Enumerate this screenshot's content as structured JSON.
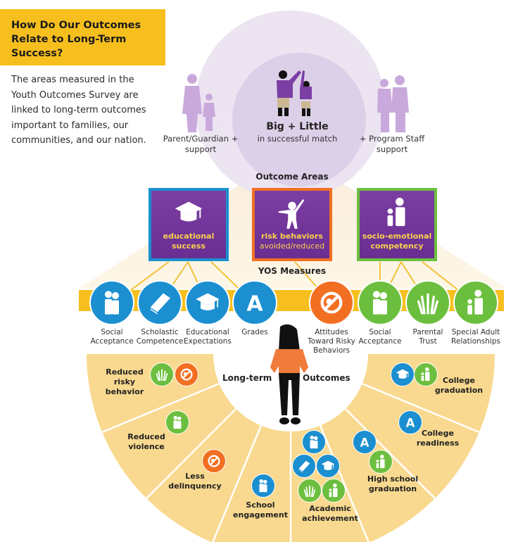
{
  "header": {
    "title": "How Do Our Outcomes Relate to Long-Term Success?",
    "intro": "The areas measured in the Youth Outcomes Survey are linked to long-term outcomes important to families, our communities, and our nation."
  },
  "match": {
    "parent_label": "Parent/Guardian +",
    "parent_sub": "support",
    "center_title": "Big + Little",
    "center_sub": "in successful match",
    "staff_label": "+ Program Staff",
    "staff_sub": "support"
  },
  "outcome_areas": {
    "heading": "Outcome Areas",
    "items": [
      {
        "line1": "educational",
        "line2": "success",
        "icon": "graduation-cap",
        "border": "#1b8fd0"
      },
      {
        "line1": "risk behaviors",
        "line2": "avoided/reduced",
        "icon": "child-jumping",
        "border": "#f26f22"
      },
      {
        "line1": "socio-emotional",
        "line2": "competency",
        "icon": "adult-child",
        "border": "#6cbf3e"
      }
    ]
  },
  "yos_measures": {
    "heading": "YOS Measures",
    "items": [
      {
        "line1": "Social",
        "line2": "Acceptance",
        "icon": "people",
        "color": "#1b8fd0"
      },
      {
        "line1": "Scholastic",
        "line2": "Competence",
        "icon": "book",
        "color": "#1b8fd0"
      },
      {
        "line1": "Educational",
        "line2": "Expectations",
        "icon": "graduation-cap",
        "color": "#1b8fd0"
      },
      {
        "line1": "Grades",
        "line2": "",
        "icon": "letter-a",
        "color": "#1b8fd0"
      },
      {
        "line1": "Attitudes",
        "line2": "Toward Risky",
        "line3": "Behaviors",
        "icon": "no-symbol",
        "color": "#f26f22"
      },
      {
        "line1": "Social",
        "line2": "Acceptance",
        "icon": "people",
        "color": "#6cbf3e"
      },
      {
        "line1": "Parental",
        "line2": "Trust",
        "icon": "hands",
        "color": "#6cbf3e"
      },
      {
        "line1": "Special Adult",
        "line2": "Relationships",
        "icon": "adult-child",
        "color": "#6cbf3e"
      }
    ]
  },
  "long_term": {
    "label_left": "Long-term",
    "label_right": "Outcomes",
    "segments": [
      {
        "line1": "Reduced",
        "line2": "risky",
        "line3": "behavior",
        "icons": [
          {
            "icon": "hands",
            "color": "#6cbf3e"
          },
          {
            "icon": "no-symbol",
            "color": "#f26f22"
          }
        ]
      },
      {
        "line1": "Reduced",
        "line2": "violence",
        "icons": [
          {
            "icon": "people",
            "color": "#6cbf3e"
          }
        ]
      },
      {
        "line1": "Less",
        "line2": "delinquency",
        "icons": [
          {
            "icon": "no-symbol",
            "color": "#f26f22"
          }
        ]
      },
      {
        "line1": "School",
        "line2": "engagement",
        "icons": [
          {
            "icon": "people",
            "color": "#1b8fd0"
          }
        ]
      },
      {
        "line1": "Academic",
        "line2": "achievement",
        "icons": [
          {
            "icon": "people",
            "color": "#1b8fd0"
          },
          {
            "icon": "book",
            "color": "#1b8fd0"
          },
          {
            "icon": "graduation-cap",
            "color": "#1b8fd0"
          },
          {
            "icon": "hands",
            "color": "#6cbf3e"
          },
          {
            "icon": "adult-child",
            "color": "#6cbf3e"
          }
        ]
      },
      {
        "line1": "High school",
        "line2": "graduation",
        "icons": [
          {
            "icon": "letter-a",
            "color": "#1b8fd0"
          },
          {
            "icon": "adult-child",
            "color": "#6cbf3e"
          }
        ]
      },
      {
        "line1": "College",
        "line2": "readiness",
        "icons": [
          {
            "icon": "letter-a",
            "color": "#1b8fd0"
          }
        ]
      },
      {
        "line1": "College",
        "line2": "graduation",
        "icons": [
          {
            "icon": "graduation-cap",
            "color": "#1b8fd0"
          },
          {
            "icon": "adult-child",
            "color": "#6cbf3e"
          }
        ]
      }
    ]
  },
  "colors": {
    "yellow": "#f6bf1e",
    "fan": "#f9d98f",
    "purple": "#6a2d92",
    "lavender": "#e6dcef"
  }
}
